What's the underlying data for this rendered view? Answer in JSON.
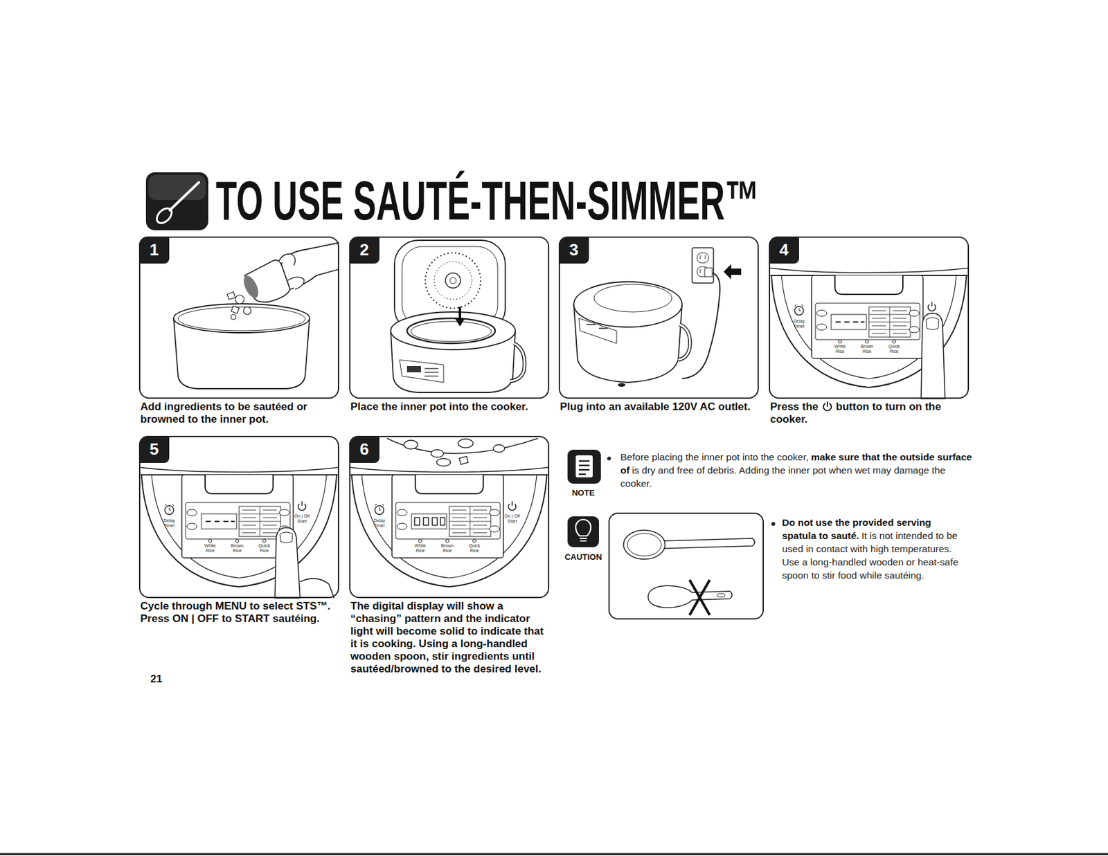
{
  "diagram": {
    "title": "TO USE SAUTÉ-THEN-SIMMER™",
    "nodes": [
      {
        "text": [
          "1",
          "Add ingredients to be sautéed or browned to the inner pot."
        ]
      },
      {
        "text": [
          "2",
          "Place the inner pot into the cooker."
        ]
      },
      {
        "text": [
          "3",
          "Plug into an available 120V AC outlet."
        ]
      },
      {
        "text": [
          "4",
          "Press the",
          "button to turn on the cooker."
        ]
      },
      {
        "text": [
          "5",
          "Cycle through MENU to select STS™. Press ON | OFF to START sautéing."
        ]
      },
      {
        "text": [
          "6",
          "The digital display will show a “chasing” pattern and the indicator light will become solid to indicate that it is cooking. Using a long-handled wooden spoon, stir ingredients until sautéed/browned to the desired level."
        ]
      }
    ],
    "labels": [
      "NOTE",
      "Before placing the inner pot into the cooker,",
      "make sure that the outside surface of",
      "is dry and free of debris. Adding the inner pot when wet may damage the cooker.",
      "CAUTION",
      "Do not use the provided serving spatula to sauté.",
      "It is not intended to be used in contact with high temperatures. Use a long-handled wooden or heat-safe spoon to stir food while sautéing.",
      "21",
      "Delay Timer",
      "White Rice",
      "Brown Rice",
      "Quick Rice",
      "Delay Timer",
      "On | Off Start",
      "White Rice",
      "Brown Rice",
      "Quick Rice",
      "Delay Timer",
      "On | Off Start",
      "White Rice",
      "Brown Rice",
      "Quick Rice"
    ]
  }
}
